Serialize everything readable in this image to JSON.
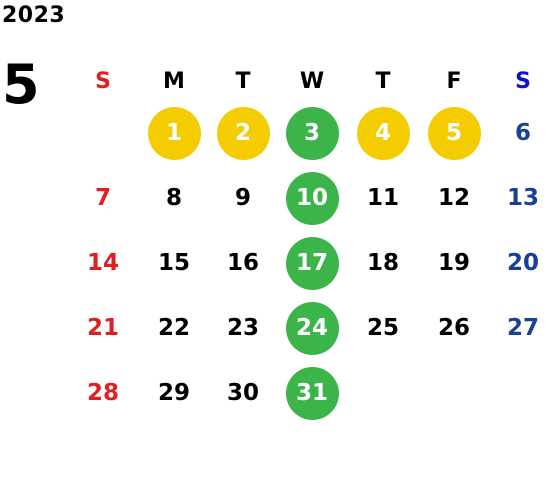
{
  "calendar": {
    "year": "2023",
    "month": "5",
    "weekdays": [
      "S",
      "M",
      "T",
      "W",
      "T",
      "F",
      "S"
    ],
    "weekday_colors": [
      "#e02020",
      "#000000",
      "#000000",
      "#000000",
      "#000000",
      "#000000",
      "#1010d0"
    ],
    "weeks": [
      [
        {
          "day": "",
          "highlight": "none"
        },
        {
          "day": "1",
          "highlight": "yellow"
        },
        {
          "day": "2",
          "highlight": "yellow"
        },
        {
          "day": "3",
          "highlight": "green"
        },
        {
          "day": "4",
          "highlight": "yellow"
        },
        {
          "day": "5",
          "highlight": "yellow"
        },
        {
          "day": "6",
          "highlight": "none"
        }
      ],
      [
        {
          "day": "7",
          "highlight": "none"
        },
        {
          "day": "8",
          "highlight": "none"
        },
        {
          "day": "9",
          "highlight": "none"
        },
        {
          "day": "10",
          "highlight": "green"
        },
        {
          "day": "11",
          "highlight": "none"
        },
        {
          "day": "12",
          "highlight": "none"
        },
        {
          "day": "13",
          "highlight": "none"
        }
      ],
      [
        {
          "day": "14",
          "highlight": "none"
        },
        {
          "day": "15",
          "highlight": "none"
        },
        {
          "day": "16",
          "highlight": "none"
        },
        {
          "day": "17",
          "highlight": "green"
        },
        {
          "day": "18",
          "highlight": "none"
        },
        {
          "day": "19",
          "highlight": "none"
        },
        {
          "day": "20",
          "highlight": "none"
        }
      ],
      [
        {
          "day": "21",
          "highlight": "none"
        },
        {
          "day": "22",
          "highlight": "none"
        },
        {
          "day": "23",
          "highlight": "none"
        },
        {
          "day": "24",
          "highlight": "green"
        },
        {
          "day": "25",
          "highlight": "none"
        },
        {
          "day": "26",
          "highlight": "none"
        },
        {
          "day": "27",
          "highlight": "none"
        }
      ],
      [
        {
          "day": "28",
          "highlight": "none"
        },
        {
          "day": "29",
          "highlight": "none"
        },
        {
          "day": "30",
          "highlight": "none"
        },
        {
          "day": "31",
          "highlight": "green"
        },
        {
          "day": "",
          "highlight": "none"
        },
        {
          "day": "",
          "highlight": "none"
        },
        {
          "day": "",
          "highlight": "none"
        }
      ]
    ],
    "colors": {
      "sunday_text": "#e02020",
      "saturday_text": "#1a3f99",
      "weekday_text": "#000000",
      "yellow_circle": "#f5cc00",
      "green_circle": "#3bb449",
      "circle_text": "#ffffff"
    }
  }
}
